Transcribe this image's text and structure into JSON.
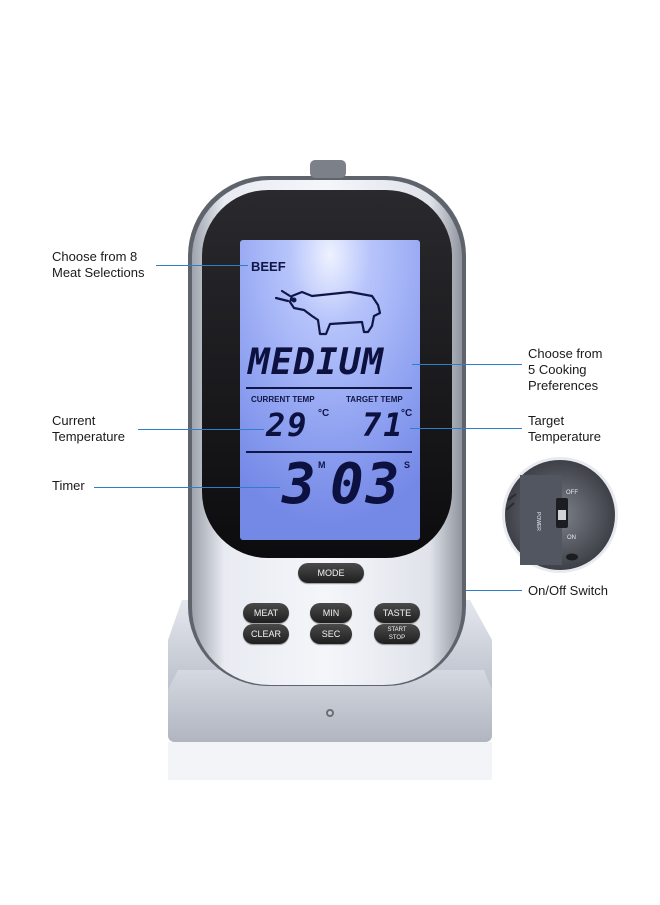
{
  "callouts": {
    "meat": [
      "Choose from 8",
      "Meat Selections"
    ],
    "preference": [
      "Choose from",
      "5 Cooking",
      "Preferences"
    ],
    "current": [
      "Current",
      "Temperature"
    ],
    "target": [
      "Target",
      "Temperature"
    ],
    "timer": [
      "Timer"
    ],
    "switch": [
      "On/Off Switch"
    ]
  },
  "lcd": {
    "meat": "BEEF",
    "doneness": "MEDIUM",
    "current_label": "CURRENT TEMP",
    "target_label": "TARGET TEMP",
    "current_temp": "29",
    "target_temp": "71",
    "unit": "°C",
    "timer_minutes": "3",
    "timer_seconds": "03",
    "minute_marker": "M",
    "second_marker": "S"
  },
  "buttons": {
    "mode": "MODE",
    "meat": "MEAT",
    "clear": "CLEAR",
    "min": "MIN",
    "sec": "SEC",
    "taste": "TASTE",
    "start_stop": [
      "START",
      "STOP"
    ]
  },
  "switch_detail": {
    "off": "OFF",
    "power": "POWER",
    "on": "ON"
  },
  "colors": {
    "leader": "#2f7ec9",
    "lcd_backlight": "#8fa3f0",
    "body_silver": "#c9ccd3"
  }
}
